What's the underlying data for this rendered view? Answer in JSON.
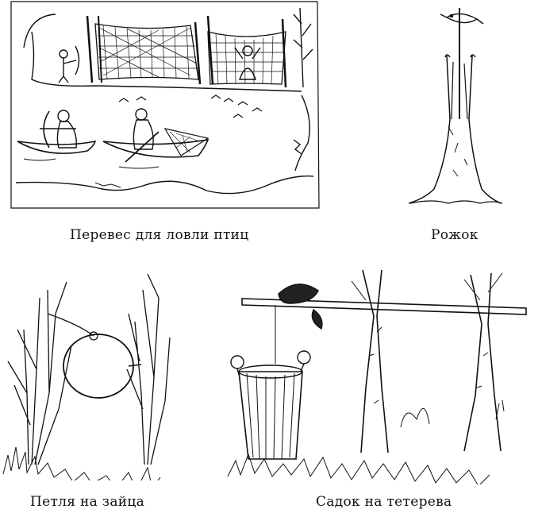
{
  "captions": {
    "net": "Перевес для ловли птиц",
    "horn": "Рожок",
    "snare": "Петля на зайца",
    "cage": "Садок на тетерева"
  },
  "colors": {
    "ink": "#111111",
    "paper": "#ffffff"
  }
}
